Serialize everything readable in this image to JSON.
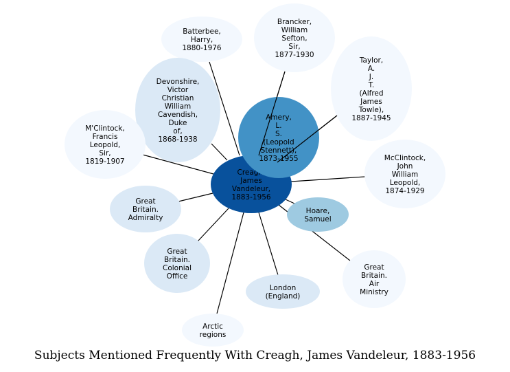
{
  "caption": "Subjects Mentioned Frequently With Creagh, James Vandeleur, 1883-1956",
  "colors": {
    "center": "#08519c",
    "amery": "#4292c6",
    "hoare": "#9ecae1",
    "light": "#dbe9f6",
    "pale": "#f3f8fe",
    "edge": "#000000"
  },
  "nodes": [
    {
      "id": "center",
      "lines": [
        "Creagh,",
        "James",
        "Vandeleur,",
        "1883-1956"
      ],
      "color": "center"
    },
    {
      "id": "amery",
      "lines": [
        "Amery,",
        "L.",
        "S.",
        "(Leopold",
        "Stennett),",
        "1873-1955"
      ],
      "color": "amery"
    },
    {
      "id": "batterbee",
      "lines": [
        "Batterbee,",
        "Harry,",
        "1880-1976"
      ],
      "color": "pale"
    },
    {
      "id": "brancker",
      "lines": [
        "Brancker,",
        "William",
        "Sefton,",
        "Sir,",
        "1877-1930"
      ],
      "color": "pale"
    },
    {
      "id": "taylor",
      "lines": [
        "Taylor,",
        "A.",
        "J.",
        "T.",
        "(Alfred",
        "James",
        "Towle),",
        "1887-1945"
      ],
      "color": "pale"
    },
    {
      "id": "devonshire",
      "lines": [
        "Devonshire,",
        "Victor",
        "Christian",
        "William",
        "Cavendish,",
        "Duke",
        "of,",
        "1868-1938"
      ],
      "color": "light"
    },
    {
      "id": "mclintock-francis",
      "lines": [
        "M'Clintock,",
        "Francis",
        "Leopold,",
        "Sir,",
        "1819-1907"
      ],
      "color": "pale"
    },
    {
      "id": "mcclintock-john",
      "lines": [
        "McClintock,",
        "John",
        "William",
        "Leopold,",
        "1874-1929"
      ],
      "color": "pale"
    },
    {
      "id": "admiralty",
      "lines": [
        "Great",
        "Britain.",
        "Admiralty"
      ],
      "color": "light"
    },
    {
      "id": "hoare",
      "lines": [
        "Hoare,",
        "Samuel"
      ],
      "color": "hoare"
    },
    {
      "id": "colonial-office",
      "lines": [
        "Great",
        "Britain.",
        "Colonial",
        "Office"
      ],
      "color": "light"
    },
    {
      "id": "air-ministry",
      "lines": [
        "Great",
        "Britain.",
        "Air",
        "Ministry"
      ],
      "color": "pale"
    },
    {
      "id": "london",
      "lines": [
        "London",
        "(England)"
      ],
      "color": "light"
    },
    {
      "id": "arctic",
      "lines": [
        "Arctic",
        "regions"
      ],
      "color": "pale"
    }
  ],
  "edges": [
    [
      "center",
      "batterbee"
    ],
    [
      "center",
      "brancker"
    ],
    [
      "center",
      "taylor"
    ],
    [
      "center",
      "devonshire"
    ],
    [
      "center",
      "mclintock-francis"
    ],
    [
      "center",
      "mcclintock-john"
    ],
    [
      "center",
      "admiralty"
    ],
    [
      "center",
      "hoare"
    ],
    [
      "center",
      "colonial-office"
    ],
    [
      "center",
      "air-ministry"
    ],
    [
      "center",
      "london"
    ],
    [
      "center",
      "arctic"
    ]
  ]
}
